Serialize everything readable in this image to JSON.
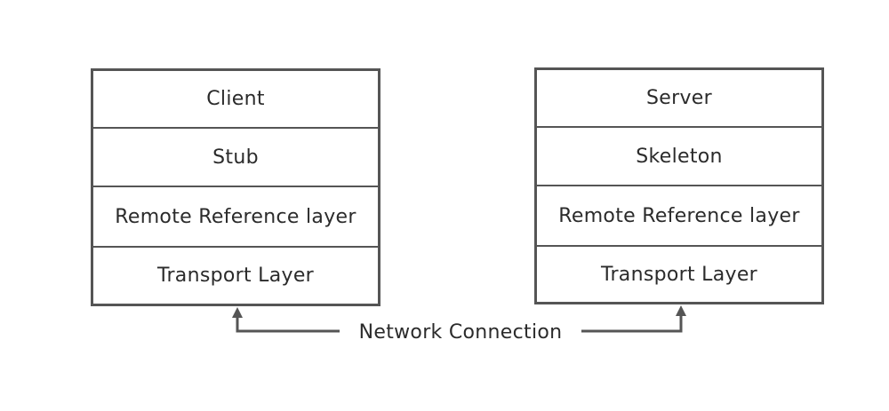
{
  "left_stack": {
    "layers": [
      "Client",
      "Stub",
      "Remote Reference layer",
      "Transport Layer"
    ]
  },
  "right_stack": {
    "layers": [
      "Server",
      "Skeleton",
      "Remote Reference layer",
      "Transport Layer"
    ]
  },
  "connection": {
    "label": "Network Connection"
  },
  "colors": {
    "stroke": "#555555",
    "text": "#2b2b2b",
    "background": "#ffffff"
  }
}
